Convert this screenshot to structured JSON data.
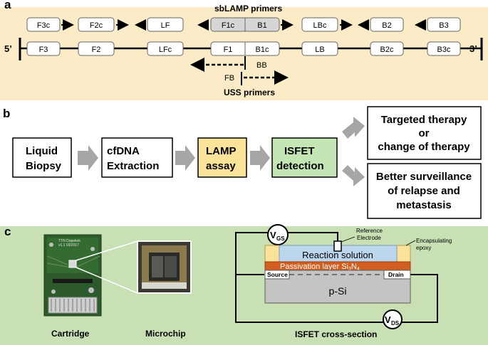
{
  "panel_a": {
    "letter": "a",
    "title": "sbLAMP primers",
    "end_left": "5’",
    "end_right": "3’",
    "top_boxes": [
      "F3c",
      "F2c",
      "LF",
      "F1c",
      "B1",
      "LBc",
      "B2",
      "B3"
    ],
    "bottom_boxes": [
      "F3",
      "F2",
      "LFc",
      "F1",
      "B1c",
      "LB",
      "B2c",
      "B3c"
    ],
    "bb": "BB",
    "fb": "FB",
    "uss": "USS primers"
  },
  "panel_b": {
    "letter": "b",
    "liquid_biopsy": [
      "Liquid",
      "Biopsy"
    ],
    "cfdna": [
      "cfDNA",
      "Extraction"
    ],
    "lamp": [
      "LAMP",
      "assay"
    ],
    "isfet": [
      "ISFET",
      "detection"
    ],
    "outcome1": [
      "Targeted therapy",
      "or",
      "change of therapy"
    ],
    "outcome2": [
      "Better surveillance",
      "of relapse and",
      "metastasis"
    ],
    "colors": {
      "lamp": "#fbe49a",
      "isfet": "#c4e6b5",
      "arrow": "#a6a6a6"
    }
  },
  "panel_c": {
    "letter": "c",
    "cartridge_caption": "Cartridge",
    "microchip_caption": "Microchip",
    "isfet_caption": "ISFET cross-section",
    "board_text": [
      "TTN Dopekek",
      "v1.1 03/2017"
    ],
    "vgs_main": "V",
    "vgs_sub": "GS",
    "vds_main": "V",
    "vds_sub": "DS",
    "reference": [
      "Reference",
      "Electrode"
    ],
    "encapsulating": [
      "Encapsulating",
      "epoxy"
    ],
    "reaction": "Reaction solution",
    "passivation_main": "Passivation layer Si",
    "passivation_sub1": "3",
    "passivation_n": "N",
    "passivation_sub2": "4",
    "source": "Source",
    "drain": "Drain",
    "substrate": "p-Si"
  }
}
